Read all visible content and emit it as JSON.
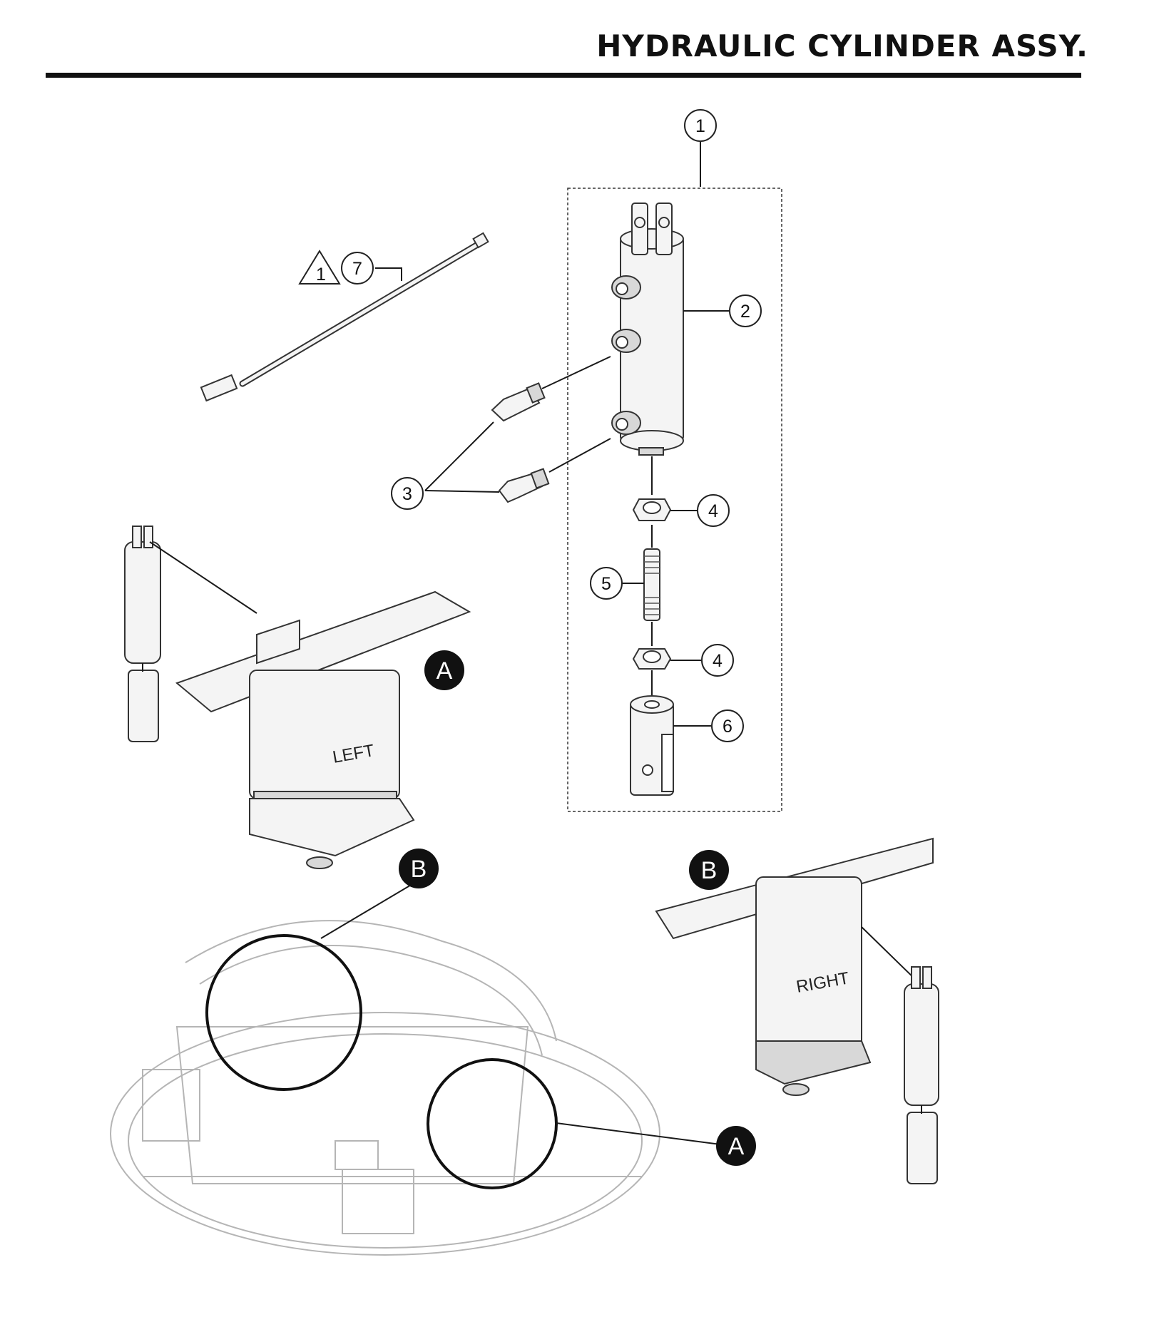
{
  "title": "HYDRAULIC CYLINDER ASSY.",
  "callouts": [
    "1",
    "2",
    "3",
    "4",
    "5",
    "4",
    "6",
    "7"
  ],
  "note_flag": "1",
  "badges": [
    "A",
    "B",
    "B",
    "A"
  ],
  "side_labels": {
    "left": "LEFT",
    "right": "RIGHT"
  }
}
